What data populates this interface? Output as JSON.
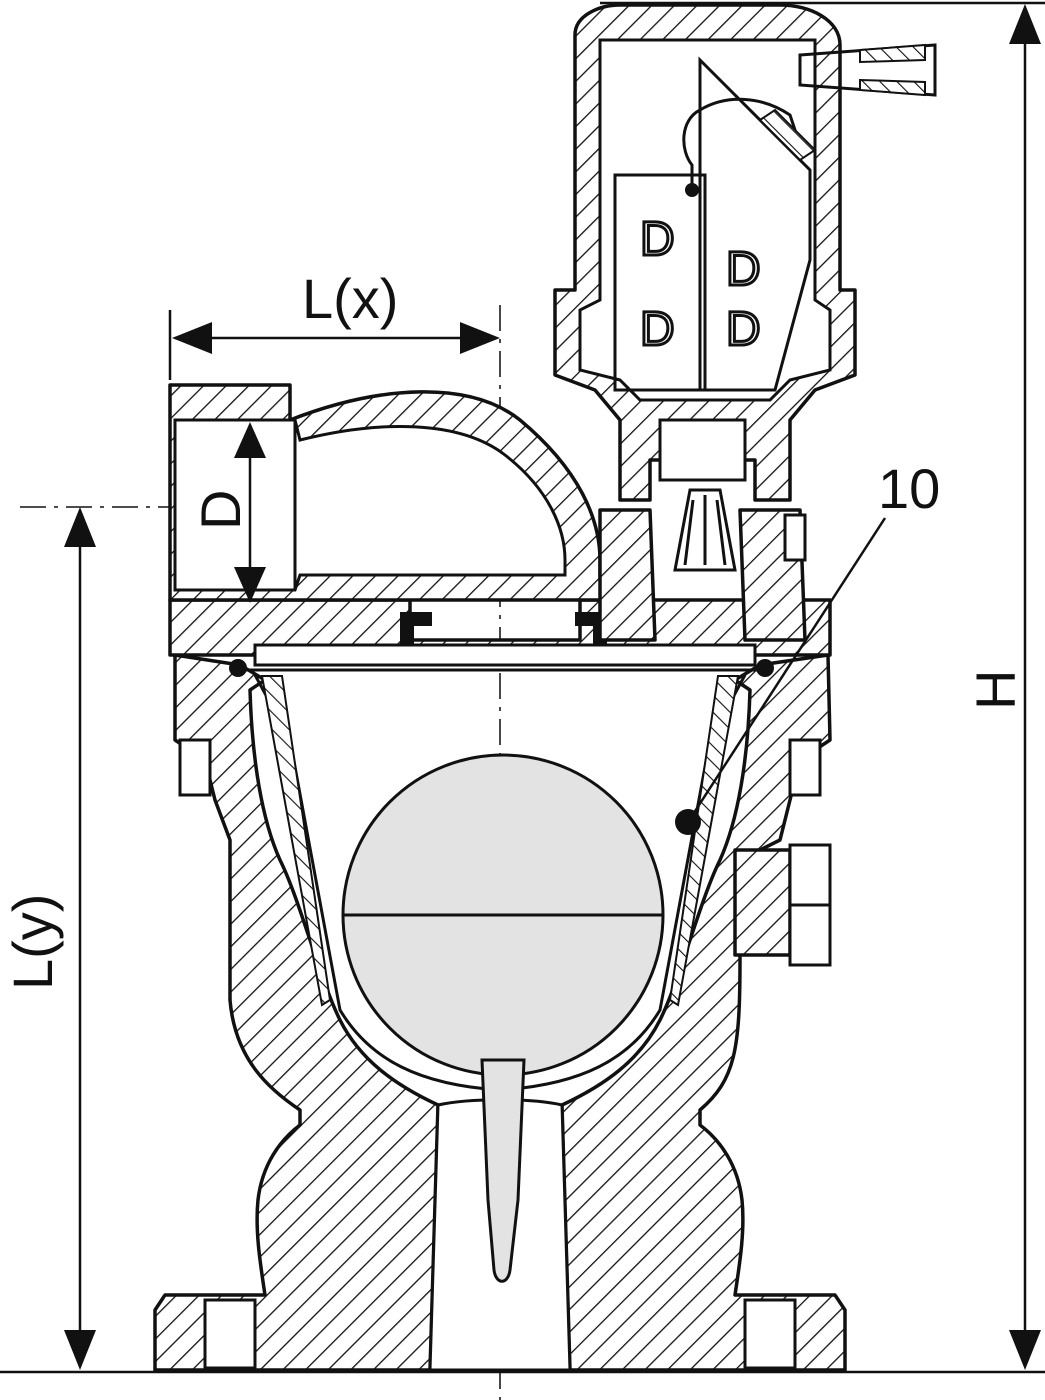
{
  "labels": {
    "lx": "L(x)",
    "ly": "L(y)",
    "d": "D",
    "h": "H",
    "callout": "10"
  },
  "colors": {
    "line": "#111111",
    "ball_fill": "#e3e3e3",
    "background": "#ffffff"
  }
}
